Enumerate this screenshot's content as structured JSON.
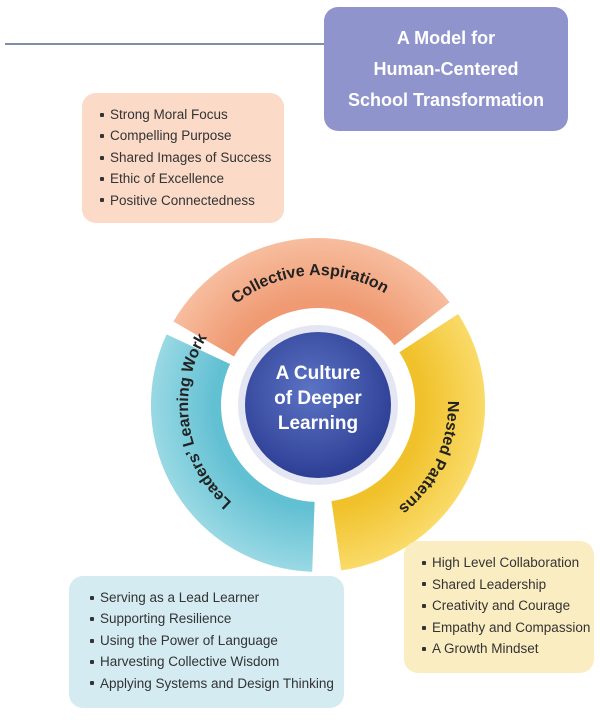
{
  "title": {
    "lines": [
      "A Model for",
      "Human-Centered",
      "School Transformation"
    ]
  },
  "center": {
    "lines": [
      "A Culture",
      "of Deeper",
      "Learning"
    ]
  },
  "segments": {
    "aspiration": {
      "label": "Collective Aspiration"
    },
    "patterns": {
      "label": "Nested Patterns"
    },
    "leaders": {
      "label": "Leaders’ Learning Work"
    }
  },
  "lists": {
    "aspiration": [
      "Strong Moral Focus",
      "Compelling Purpose",
      "Shared Images of Success",
      "Ethic of Excellence",
      "Positive Connectedness"
    ],
    "patterns": [
      "High Level Collaboration",
      "Shared Leadership",
      "Creativity and Courage",
      "Empathy and Compassion",
      "A Growth Mindset"
    ],
    "leaders": [
      "Serving as a Lead Learner",
      "Supporting Resilience",
      "Using the Power of Language",
      "Harvesting Collective Wisdom",
      "Applying Systems and Design Thinking"
    ]
  },
  "colors": {
    "title_box": "#8f94cc",
    "aspiration": "#f3a67f",
    "patterns": "#f6cf3e",
    "leaders": "#79cbd9",
    "center": "#3a4fa6"
  }
}
